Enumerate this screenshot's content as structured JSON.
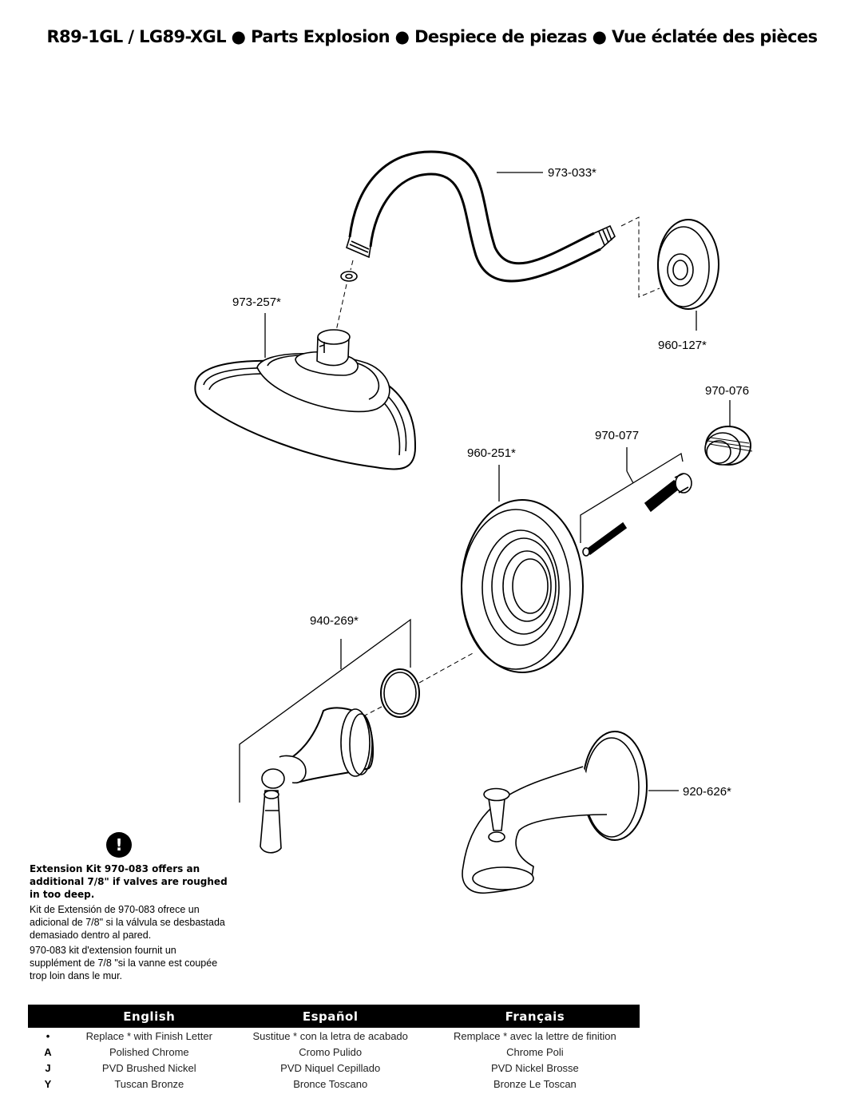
{
  "title": "R89-1GL / LG89-XGL ● Parts Explosion ● Despiece de piezas ● Vue éclatée des pièces",
  "parts": [
    {
      "id": "shower-arm",
      "label": "973-033*"
    },
    {
      "id": "flange-arm",
      "label": "960-127*"
    },
    {
      "id": "showerhead",
      "label": "973-257*"
    },
    {
      "id": "adapter",
      "label": "970-076"
    },
    {
      "id": "screw-set",
      "label": "970-077"
    },
    {
      "id": "escutcheon",
      "label": "960-251*"
    },
    {
      "id": "handle-kit",
      "label": "940-269*"
    },
    {
      "id": "tub-spout",
      "label": "920-626*"
    }
  ],
  "note": {
    "icon": "exclamation-icon",
    "icon_text": "!",
    "bold": "Extension Kit 970-083 offers an additional 7/8\" if valves are roughed in too deep.",
    "spanish": "Kit de Extensión de 970-083 ofrece un adicional de 7/8\" si la válvula se desbastada demasiado dentro al pared.",
    "french": "970-083 kit d'extension fournit un supplément de 7/8 \"si la vanne est coupée trop loin dans le mur."
  },
  "finish_table": {
    "headers": [
      "",
      "English",
      "Español",
      "Français"
    ],
    "rows": [
      [
        "•",
        "Replace * with Finish Letter",
        "Sustitue * con la letra de acabado",
        "Remplace * avec la lettre de finition"
      ],
      [
        "A",
        "Polished Chrome",
        "Cromo Pulido",
        "Chrome Poli"
      ],
      [
        "J",
        "PVD Brushed Nickel",
        "PVD Niquel Cepillado",
        "PVD Nickel Brosse"
      ],
      [
        "Y",
        "Tuscan Bronze",
        "Bronce Toscano",
        "Bronze Le Toscan"
      ]
    ]
  }
}
